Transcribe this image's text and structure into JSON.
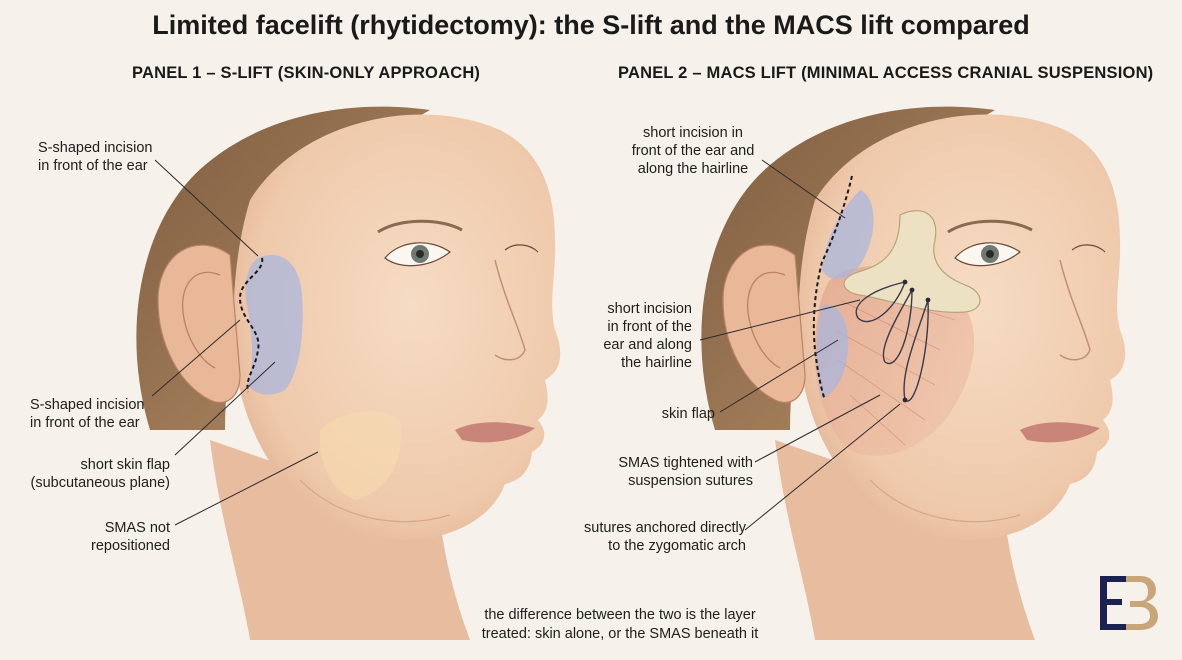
{
  "title": "Limited facelift (rhytidectomy): the S-lift and the MACS lift compared",
  "panel1": {
    "heading": "PANEL 1 – S-LIFT (SKIN-ONLY APPROACH)",
    "labels": {
      "incision_top_l1": "S-shaped incision",
      "incision_top_l2": "in front of the ear",
      "incision_mid_l1": "S-shaped incision",
      "incision_mid_l2": "in front of the ear",
      "flap_l1": "short skin flap",
      "flap_l2": "(subcutaneous plane)",
      "smas_l1": "SMAS not",
      "smas_l2": "repositioned"
    }
  },
  "panel2": {
    "heading": "PANEL 2 – MACS LIFT (MINIMAL ACCESS CRANIAL SUSPENSION)",
    "labels": {
      "incision_top_l1": "short incision in",
      "incision_top_l2": "front of the ear and",
      "incision_top_l3": "along the hairline",
      "incision_mid_l1": "short incision",
      "incision_mid_l2": "in front of the",
      "incision_mid_l3": "ear and along",
      "incision_mid_l4": "the hairline",
      "flap": "skin flap",
      "smas_l1": "SMAS tightened with",
      "smas_l2": "suspension sutures",
      "sutures_l1": "sutures anchored directly",
      "sutures_l2": "to the zygomatic arch"
    }
  },
  "footer": {
    "line1": "the difference between the two is the layer",
    "line2": "treated: skin alone, or the SMAS beneath it"
  },
  "colors": {
    "background": "#f6f1ea",
    "skin": "#f0cdb0",
    "hair": "#9a7553",
    "flap_blue": "#a9b6dd",
    "bone": "#ece1c2",
    "logo_navy": "#1c2250",
    "logo_gold": "#c8a67a"
  }
}
